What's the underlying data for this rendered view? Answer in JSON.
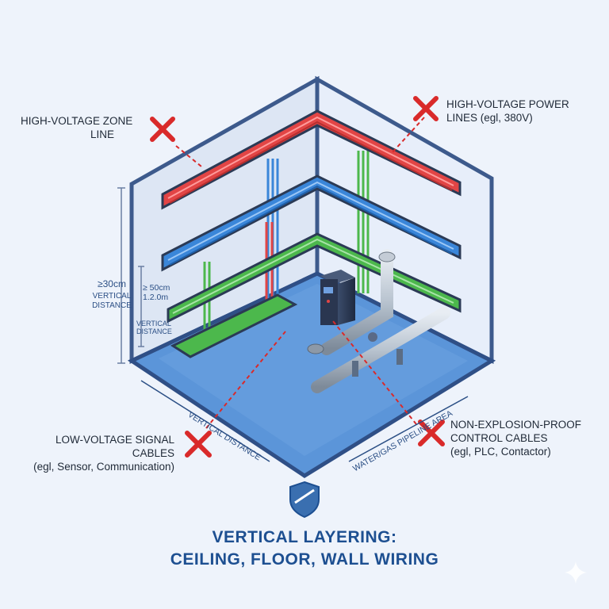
{
  "labels": {
    "hv_zone": [
      "HIGH-VOLTAGE ZONE",
      "LINE"
    ],
    "hv_power": [
      "HIGH-VOLTAGE POWER",
      "LINES (egl, 380V)"
    ],
    "lv_signal": [
      "LOW-VOLTAGE SIGNAL CABLES",
      "(egl, Sensor, Communication)"
    ],
    "non_ex": [
      "NON-EXPLOSION-PROOF",
      "CONTROL CABLES",
      "(egl, PLC, Contactor)"
    ]
  },
  "dimensions": {
    "outer": [
      "≥30cm",
      "VERTICAL DISTANCE"
    ],
    "inner": [
      "≥ 50cm",
      "1.2.0m"
    ],
    "inner_caption": [
      "VERTICAL",
      "DISTANCE"
    ],
    "floor_left": "VERTICAL DISTANCE",
    "floor_right": "WATER/GAS PIPELINE AREA"
  },
  "title": {
    "line1": "VERTICAL LAYERING:",
    "line2": "CEILING, FLOOR, WALL WIRING"
  },
  "colors": {
    "high_voltage": "#e24545",
    "signal": "#3a86d9",
    "control": "#4cb84c",
    "frame": "#334e7e",
    "floor": "#5b95d9",
    "prohibit": "#d92a2a",
    "title": "#1d4f91"
  },
  "icons": [
    "prohibit-x-icon",
    "shield-icon",
    "sparkle-icon"
  ]
}
